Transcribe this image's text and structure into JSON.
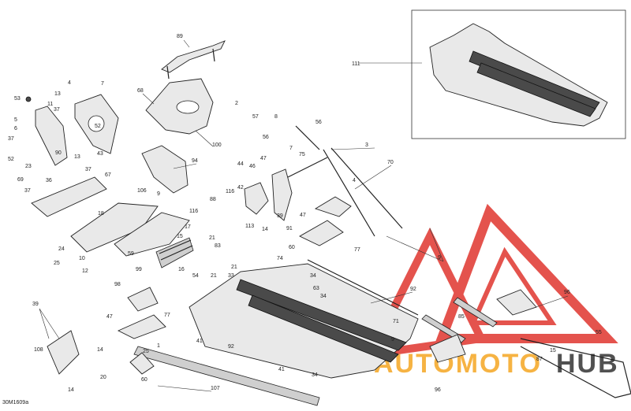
{
  "diagram_code": "30M1609a",
  "watermark": {
    "brand_a": "AUTOMOTO",
    "brand_b": "HUB",
    "color_red": "#e0362f",
    "color_orange": "#f5a623",
    "color_dark": "#333333"
  },
  "callouts": [
    "89",
    "68",
    "7",
    "4",
    "53",
    "13",
    "11",
    "37",
    "52",
    "5",
    "6",
    "90",
    "43",
    "23",
    "69",
    "13",
    "37",
    "52",
    "37",
    "36",
    "37",
    "67",
    "18",
    "106",
    "24",
    "25",
    "10",
    "12",
    "2",
    "57",
    "100",
    "94",
    "9",
    "8",
    "56",
    "56",
    "7",
    "75",
    "3",
    "70",
    "4",
    "47",
    "44",
    "46",
    "42",
    "116",
    "88",
    "116",
    "113",
    "14",
    "39",
    "91",
    "47",
    "60",
    "77",
    "17",
    "15",
    "59",
    "99",
    "16",
    "21",
    "83",
    "54",
    "21",
    "21",
    "74",
    "9",
    "33",
    "34",
    "63",
    "34",
    "92",
    "98",
    "47",
    "77",
    "1",
    "25",
    "20",
    "60",
    "41",
    "92",
    "41",
    "34",
    "107",
    "71",
    "9",
    "96",
    "85",
    "96",
    "55",
    "15",
    "87",
    "108",
    "14",
    "14",
    "39",
    "111"
  ]
}
